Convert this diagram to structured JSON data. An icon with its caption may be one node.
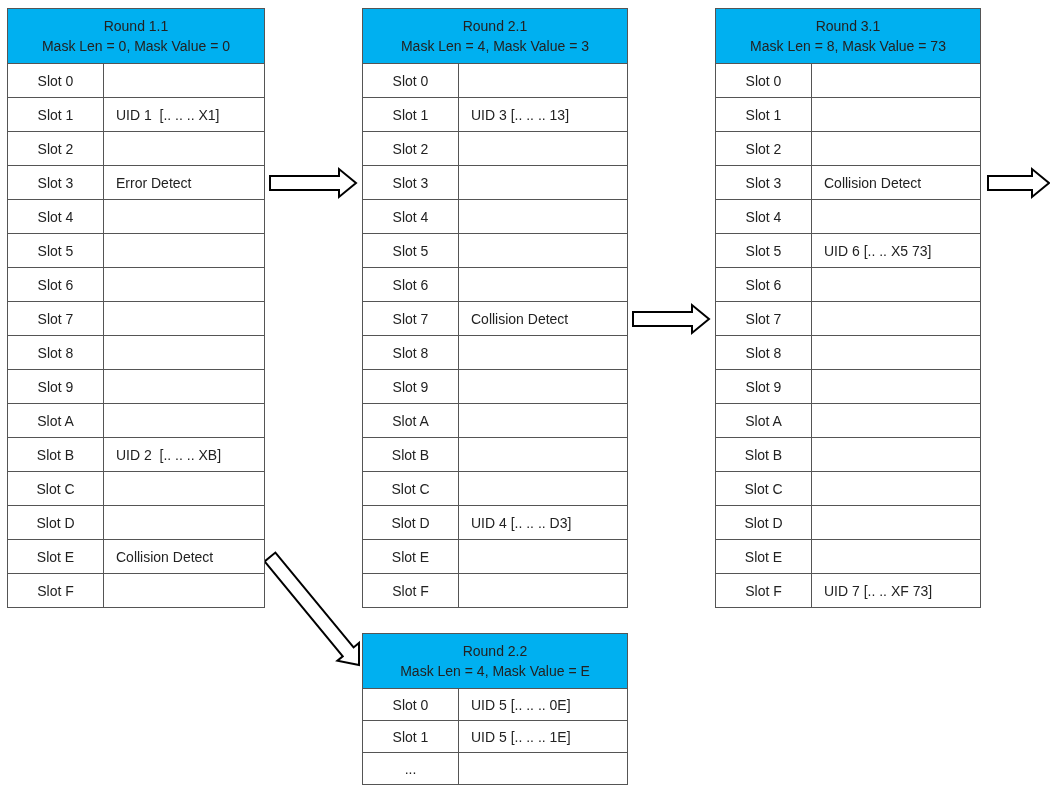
{
  "diagram": {
    "nodes": [
      {
        "text": [
          "Round 1.1",
          "Mask Len = 0, Mask Value = 0"
        ]
      },
      {
        "text": [
          "Slot 0"
        ],
        "in": 0
      },
      {
        "text": [
          "Slot 1",
          "UID 1  [.. .. .. X1]"
        ],
        "in": 0
      },
      {
        "text": [
          "Slot 2"
        ],
        "in": 0
      },
      {
        "text": [
          "Slot 3",
          "Error Detect"
        ],
        "in": 0
      },
      {
        "text": [
          "Slot 4"
        ],
        "in": 0
      },
      {
        "text": [
          "Slot 5"
        ],
        "in": 0
      },
      {
        "text": [
          "Slot 6"
        ],
        "in": 0
      },
      {
        "text": [
          "Slot 7"
        ],
        "in": 0
      },
      {
        "text": [
          "Slot 8"
        ],
        "in": 0
      },
      {
        "text": [
          "Slot 9"
        ],
        "in": 0
      },
      {
        "text": [
          "Slot A"
        ],
        "in": 0
      },
      {
        "text": [
          "Slot B",
          "UID 2  [.. .. .. XB]"
        ],
        "in": 0
      },
      {
        "text": [
          "Slot C"
        ],
        "in": 0
      },
      {
        "text": [
          "Slot D"
        ],
        "in": 0
      },
      {
        "text": [
          "Slot E",
          "Collision Detect"
        ],
        "in": 0
      },
      {
        "text": [
          "Slot F"
        ],
        "in": 0
      },
      {
        "text": [
          "Round 2.1",
          "Mask Len = 4, Mask Value = 3"
        ]
      },
      {
        "text": [
          "Slot 0"
        ],
        "in": 17
      },
      {
        "text": [
          "Slot 1",
          "UID 3 [.. .. .. 13]"
        ],
        "in": 17
      },
      {
        "text": [
          "Slot 2"
        ],
        "in": 17
      },
      {
        "text": [
          "Slot 3"
        ],
        "in": 17
      },
      {
        "text": [
          "Slot 4"
        ],
        "in": 17
      },
      {
        "text": [
          "Slot 5"
        ],
        "in": 17
      },
      {
        "text": [
          "Slot 6"
        ],
        "in": 17
      },
      {
        "text": [
          "Slot 7",
          "Collision Detect"
        ],
        "in": 17
      },
      {
        "text": [
          "Slot 8"
        ],
        "in": 17
      },
      {
        "text": [
          "Slot 9"
        ],
        "in": 17
      },
      {
        "text": [
          "Slot A"
        ],
        "in": 17
      },
      {
        "text": [
          "Slot B"
        ],
        "in": 17
      },
      {
        "text": [
          "Slot C"
        ],
        "in": 17
      },
      {
        "text": [
          "Slot D",
          "UID 4 [.. .. .. D3]"
        ],
        "in": 17
      },
      {
        "text": [
          "Slot E"
        ],
        "in": 17
      },
      {
        "text": [
          "Slot F"
        ],
        "in": 17
      },
      {
        "text": [
          "Round 3.1",
          "Mask Len = 8, Mask Value = 73"
        ]
      },
      {
        "text": [
          "Slot 0"
        ],
        "in": 34
      },
      {
        "text": [
          "Slot 1"
        ],
        "in": 34
      },
      {
        "text": [
          "Slot 2"
        ],
        "in": 34
      },
      {
        "text": [
          "Slot 3",
          "Collision Detect"
        ],
        "in": 34
      },
      {
        "text": [
          "Slot 4"
        ],
        "in": 34
      },
      {
        "text": [
          "Slot 5",
          "UID 6 [.. .. X5 73]"
        ],
        "in": 34
      },
      {
        "text": [
          "Slot 6"
        ],
        "in": 34
      },
      {
        "text": [
          "Slot 7"
        ],
        "in": 34
      },
      {
        "text": [
          "Slot 8"
        ],
        "in": 34
      },
      {
        "text": [
          "Slot 9"
        ],
        "in": 34
      },
      {
        "text": [
          "Slot A"
        ],
        "in": 34
      },
      {
        "text": [
          "Slot B"
        ],
        "in": 34
      },
      {
        "text": [
          "Slot C"
        ],
        "in": 34
      },
      {
        "text": [
          "Slot D"
        ],
        "in": 34
      },
      {
        "text": [
          "Slot E"
        ],
        "in": 34
      },
      {
        "text": [
          "Slot F",
          "UID 7 [.. .. XF 73]"
        ],
        "in": 34
      },
      {
        "text": [
          "Round 2.2",
          "Mask Len = 4, Mask Value = E"
        ]
      },
      {
        "text": [
          "Slot 0",
          "UID 5 [.. .. .. 0E]"
        ],
        "in": 51
      },
      {
        "text": [
          "Slot 1",
          "UID 5 [.. .. .. 1E]"
        ],
        "in": 51
      },
      {
        "text": [
          "..."
        ],
        "in": 51
      }
    ],
    "edges": [
      {
        "from": 4,
        "to": 17,
        "arrow": "to"
      },
      {
        "from": 15,
        "to": 51,
        "arrow": "to"
      },
      {
        "from": 25,
        "to": 34,
        "arrow": "to"
      },
      {
        "from": 38,
        "to": null,
        "arrow": "to"
      }
    ]
  }
}
